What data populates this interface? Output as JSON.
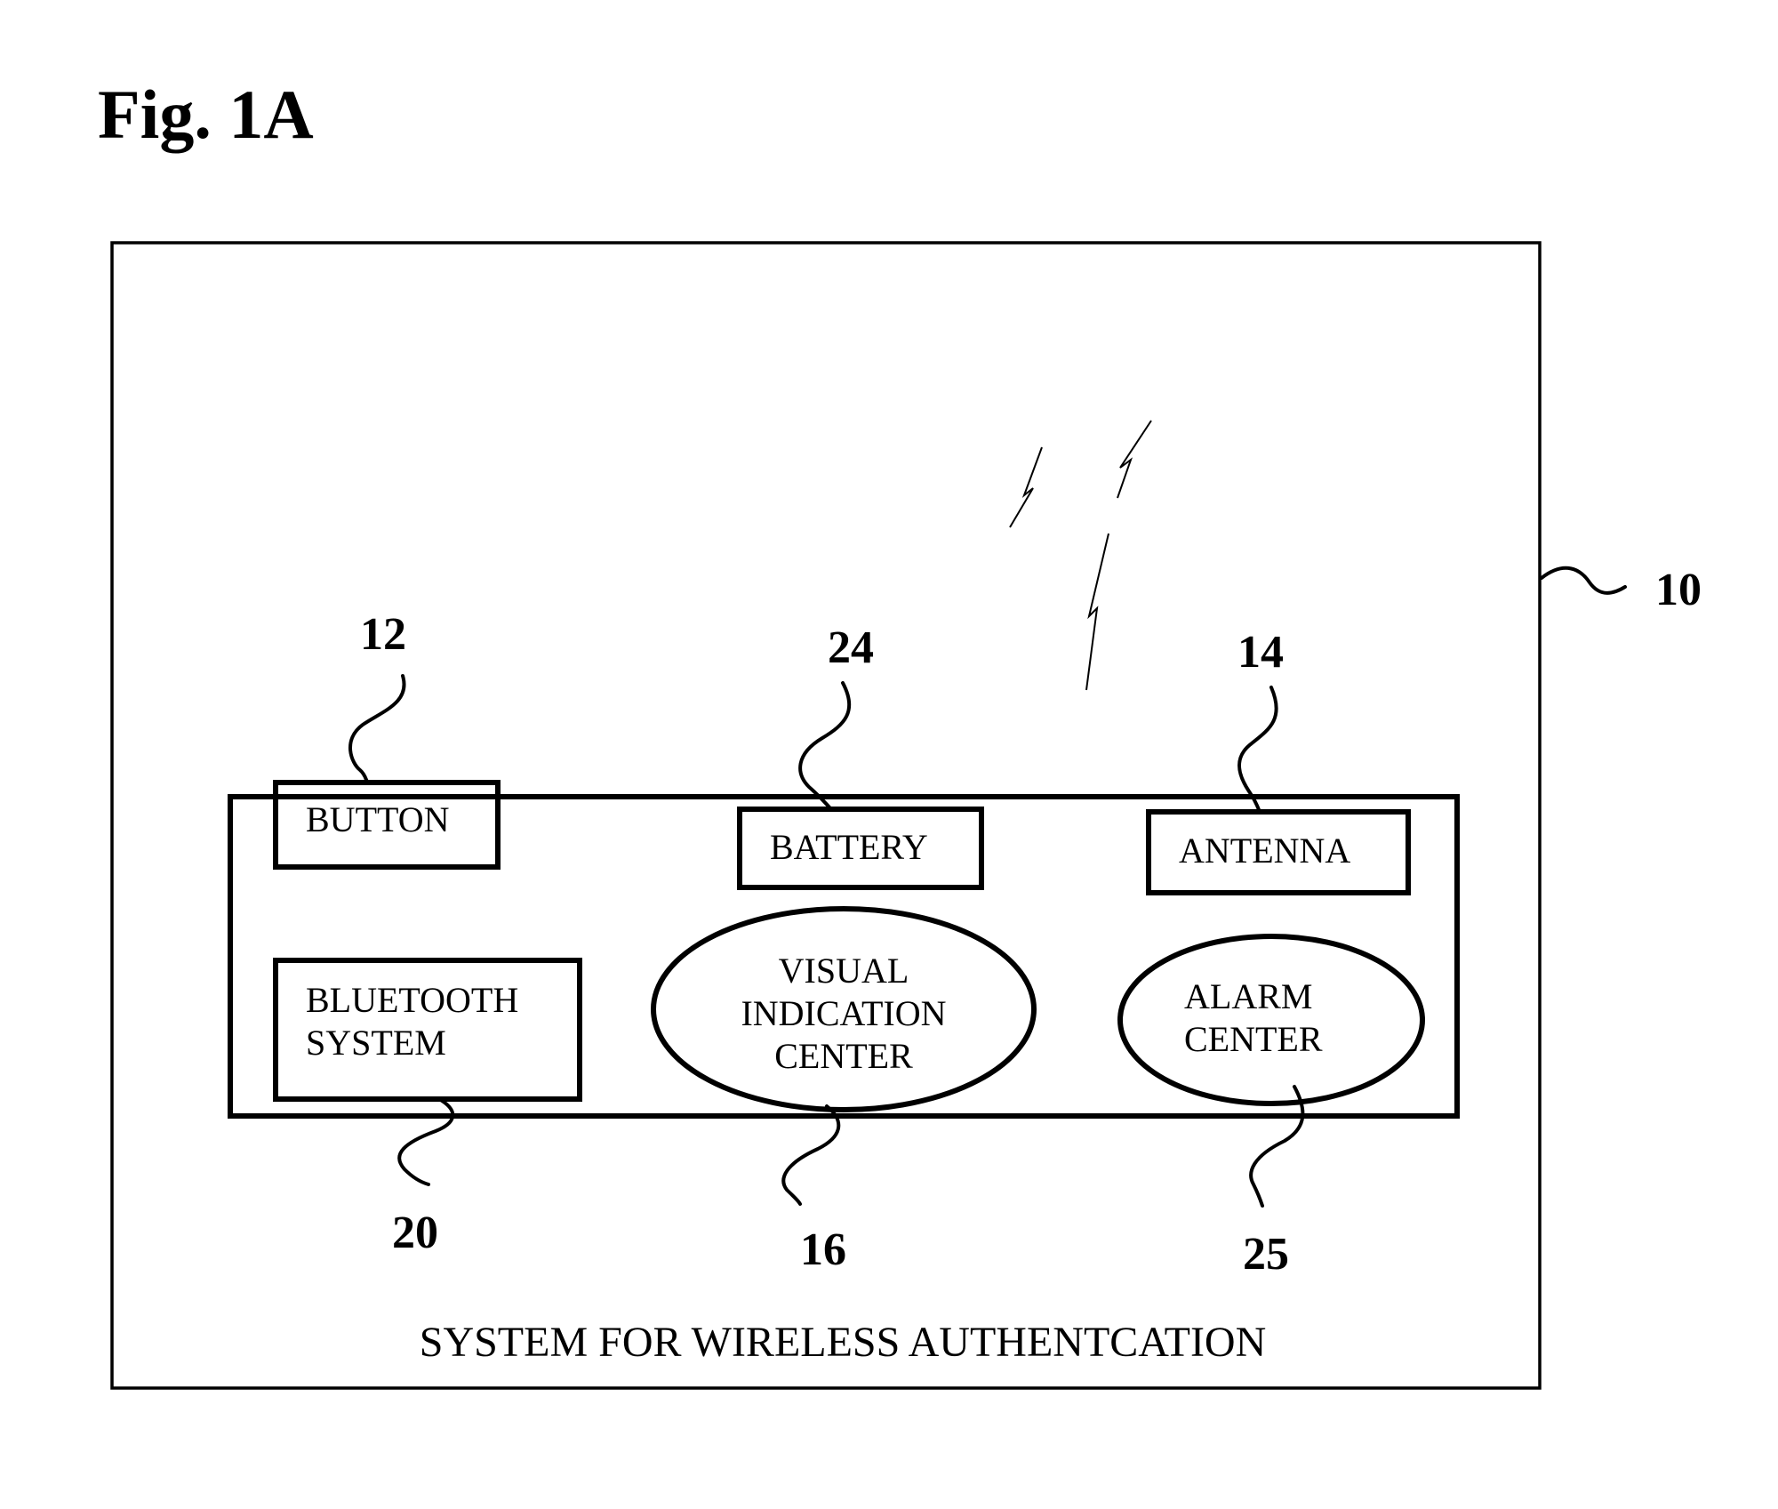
{
  "figure_title": "Fig. 1A",
  "caption": "SYSTEM FOR WIRELESS AUTHENTCATION",
  "system_ref": "10",
  "components": {
    "button": {
      "label": "BUTTON",
      "ref": "12"
    },
    "battery": {
      "label": "BATTERY",
      "ref": "24"
    },
    "antenna": {
      "label": "ANTENNA",
      "ref": "14"
    },
    "bluetooth": {
      "label_line1": "BLUETOOTH",
      "label_line2": "SYSTEM",
      "ref": "20"
    },
    "visual": {
      "label_line1": "VISUAL",
      "label_line2": "INDICATION",
      "label_line3": "CENTER",
      "ref": "16"
    },
    "alarm": {
      "label_line1": "ALARM",
      "label_line2": "CENTER",
      "ref": "25"
    }
  }
}
